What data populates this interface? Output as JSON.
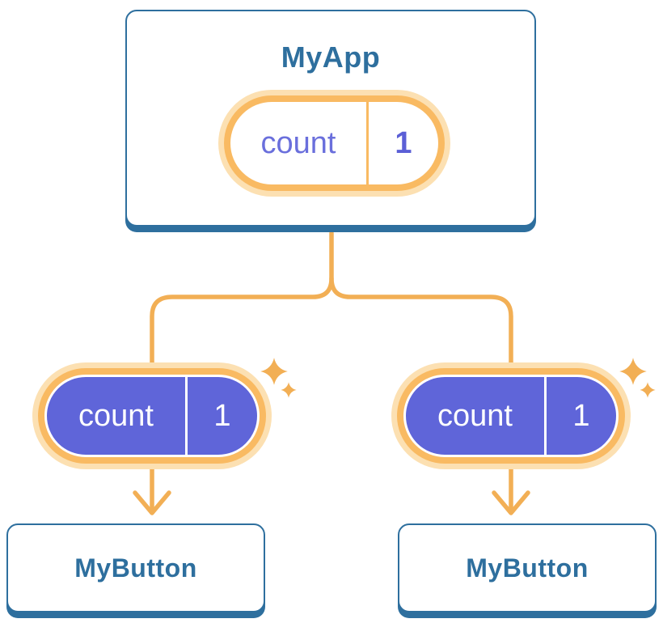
{
  "diagram": {
    "description": "React component tree showing state shared from parent to children",
    "root": {
      "title": "MyApp",
      "state_pill": {
        "label": "count",
        "value": "1"
      }
    },
    "children": [
      {
        "title": "MyButton",
        "prop_pill": {
          "label": "count",
          "value": "1"
        }
      },
      {
        "title": "MyButton",
        "prop_pill": {
          "label": "count",
          "value": "1"
        }
      }
    ]
  },
  "icons": {
    "sparkle": "sparkle-icon",
    "arrow": "arrow-down-icon"
  },
  "colors": {
    "card_blue": "#2E6F9E",
    "connector_orange": "#F2AF55",
    "pill_ring_orange": "#F9BA62",
    "pill_halo_orange": "#FCE0B2",
    "pill_purple_fill": "#5F65D9",
    "pill_purple_text": "#6A6FDC",
    "background": "#FFFFFF"
  }
}
